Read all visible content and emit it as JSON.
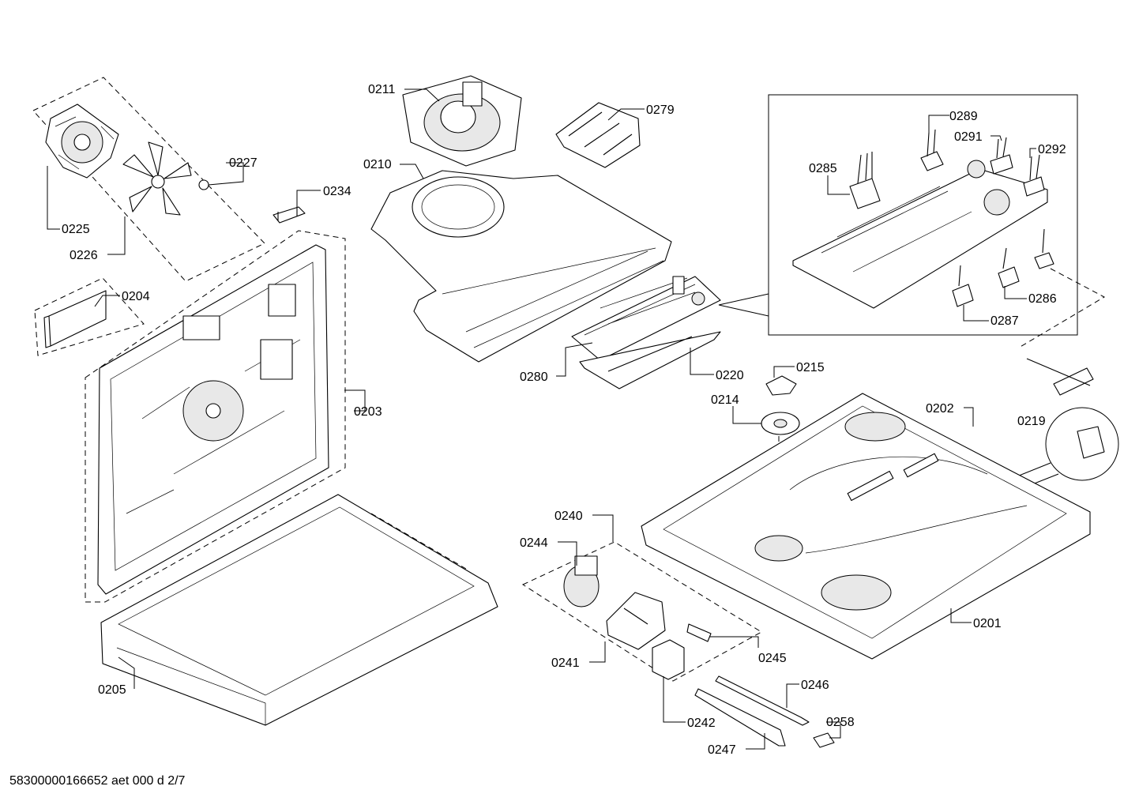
{
  "labels": {
    "p0211": "0211",
    "p0279": "0279",
    "p0227": "0227",
    "p0210": "0210",
    "p0234": "0234",
    "p0225": "0225",
    "p0226": "0226",
    "p0204": "0204",
    "p0203": "0203",
    "p0280": "0280",
    "p0220": "0220",
    "p0289": "0289",
    "p0291": "0291",
    "p0292": "0292",
    "p0285": "0285",
    "p0286": "0286",
    "p0287": "0287",
    "p0215": "0215",
    "p0214": "0214",
    "p0202": "0202",
    "p0219": "0219",
    "p0240": "0240",
    "p0244": "0244",
    "p0241": "0241",
    "p0245": "0245",
    "p0246": "0246",
    "p0242": "0242",
    "p0258": "0258",
    "p0247": "0247",
    "p0201": "0201",
    "p0205": "0205"
  },
  "document_code": "58300000166652 aet 000 d 2/7"
}
